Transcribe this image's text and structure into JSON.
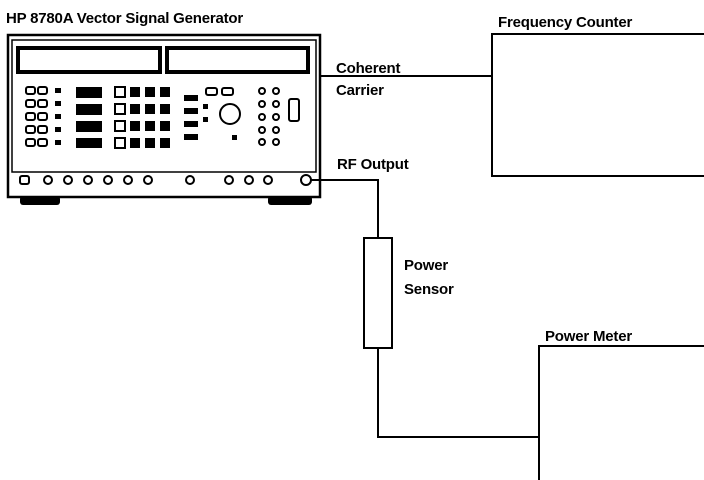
{
  "generator": {
    "title": "HP 8780A Vector Signal Generator"
  },
  "counter": {
    "title": "Frequency Counter"
  },
  "connections": {
    "coherent_carrier": {
      "line1": "Coherent",
      "line2": "Carrier"
    },
    "rf_output": "RF Output"
  },
  "sensor": {
    "line1": "Power",
    "line2": "Sensor"
  },
  "meter": {
    "title": "Power Meter"
  }
}
